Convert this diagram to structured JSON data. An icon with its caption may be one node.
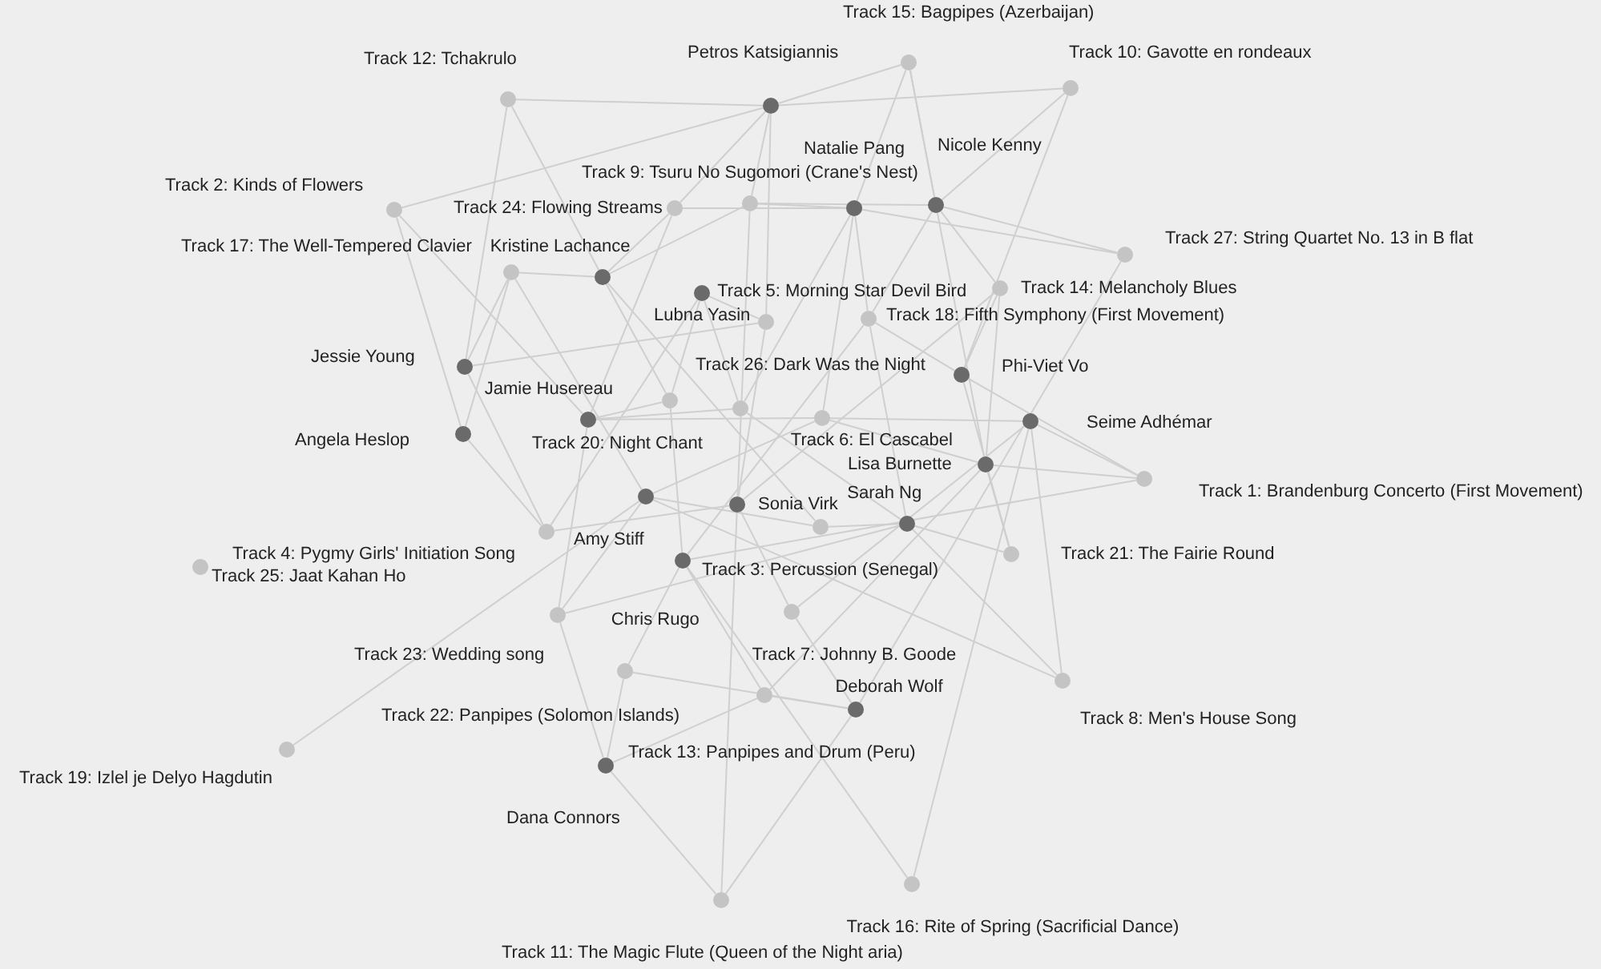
{
  "diagram": {
    "nodes": [
      {
        "text": [
          "Track 15: Bagpipes (Azerbaijan)"
        ]
      },
      {
        "text": [
          "Track 10: Gavotte en rondeaux"
        ]
      },
      {
        "text": [
          "Track 12: Tchakrulo"
        ]
      },
      {
        "text": [
          "Petros Katsigiannis"
        ]
      },
      {
        "text": [
          "Track 24: Flowing Streams"
        ]
      },
      {
        "text": [
          "Track 9: Tsuru No Sugomori (Crane's Nest)"
        ]
      },
      {
        "text": [
          "Natalie Pang"
        ]
      },
      {
        "text": [
          "Nicole Kenny"
        ]
      },
      {
        "text": [
          "Track 2: Kinds of Flowers"
        ]
      },
      {
        "text": [
          "Track 27: String Quartet No. 13 in B flat"
        ]
      },
      {
        "text": [
          "Track 17: The Well-Tempered Clavier"
        ]
      },
      {
        "text": [
          "Lubna Yasin"
        ]
      },
      {
        "text": [
          "Kristine Lachance"
        ]
      },
      {
        "text": [
          "Track 5: Morning Star Devil Bird"
        ]
      },
      {
        "text": [
          "Track 14: Melancholy Blues"
        ]
      },
      {
        "text": [
          "Track 18: Fifth Symphony (First Movement)"
        ]
      },
      {
        "text": [
          "Phi-Viet Vo"
        ]
      },
      {
        "text": [
          "Jessie Young"
        ]
      },
      {
        "text": [
          "Track 20: Night Chant"
        ]
      },
      {
        "text": [
          "Track 26: Dark Was the Night"
        ]
      },
      {
        "text": [
          "Jamie Husereau"
        ]
      },
      {
        "text": [
          "Angela Heslop"
        ]
      },
      {
        "text": [
          "Track 6: El Cascabel"
        ]
      },
      {
        "text": [
          "Seime Adhémar"
        ]
      },
      {
        "text": [
          "Lisa Burnette"
        ]
      },
      {
        "text": [
          "Track 1: Brandenburg Concerto (First Movement)"
        ]
      },
      {
        "text": [
          "Amy Stiff"
        ]
      },
      {
        "text": [
          "Sonia Virk"
        ]
      },
      {
        "text": [
          "Track 4: Pygmy Girls' Initiation Song"
        ]
      },
      {
        "text": [
          "Track 25: Jaat Kahan Ho"
        ]
      },
      {
        "text": [
          "Track 3: Percussion (Senegal)"
        ]
      },
      {
        "text": [
          "Sarah Ng"
        ]
      },
      {
        "text": [
          "Track 21: The Fairie Round"
        ]
      },
      {
        "text": [
          "Chris Rugo"
        ]
      },
      {
        "text": [
          "Track 23: Wedding song"
        ]
      },
      {
        "text": [
          "Track 7: Johnny B. Goode"
        ]
      },
      {
        "text": [
          "Track 22: Panpipes (Solomon Islands)"
        ]
      },
      {
        "text": [
          "Track 13: Panpipes and Drum (Peru)"
        ]
      },
      {
        "text": [
          "Track 8: Men's House Song"
        ]
      },
      {
        "text": [
          "Deborah Wolf"
        ]
      },
      {
        "text": [
          "Dana Connors"
        ]
      },
      {
        "text": [
          "Track 19: Izlel je Delyo Hagdutin"
        ]
      },
      {
        "text": [
          "Track 11: The Magic Flute (Queen of the Night aria)"
        ]
      },
      {
        "text": [
          "Track 16: Rite of Spring (Sacrificial Dance)"
        ]
      }
    ],
    "edges": [
      {
        "from": 2,
        "to": 3,
        "arrow": "none"
      },
      {
        "from": 2,
        "to": 17,
        "arrow": "none"
      },
      {
        "from": 2,
        "to": 12,
        "arrow": "none"
      },
      {
        "from": 8,
        "to": 3,
        "arrow": "none"
      },
      {
        "from": 8,
        "to": 21,
        "arrow": "none"
      },
      {
        "from": 8,
        "to": 20,
        "arrow": "none"
      },
      {
        "from": 0,
        "to": 3,
        "arrow": "none"
      },
      {
        "from": 0,
        "to": 6,
        "arrow": "none"
      },
      {
        "from": 0,
        "to": 24,
        "arrow": "none"
      },
      {
        "from": 0,
        "to": 7,
        "arrow": "none"
      },
      {
        "from": 1,
        "to": 3,
        "arrow": "none"
      },
      {
        "from": 1,
        "to": 7,
        "arrow": "none"
      },
      {
        "from": 1,
        "to": 16,
        "arrow": "none"
      },
      {
        "from": 9,
        "to": 6,
        "arrow": "none"
      },
      {
        "from": 9,
        "to": 7,
        "arrow": "none"
      },
      {
        "from": 9,
        "to": 39,
        "arrow": "none"
      },
      {
        "from": 14,
        "to": 7,
        "arrow": "none"
      },
      {
        "from": 14,
        "to": 24,
        "arrow": "none"
      },
      {
        "from": 14,
        "to": 16,
        "arrow": "none"
      },
      {
        "from": 14,
        "to": 27,
        "arrow": "none"
      },
      {
        "from": 25,
        "to": 16,
        "arrow": "none"
      },
      {
        "from": 25,
        "to": 23,
        "arrow": "none"
      },
      {
        "from": 25,
        "to": 24,
        "arrow": "none"
      },
      {
        "from": 25,
        "to": 33,
        "arrow": "none"
      },
      {
        "from": 38,
        "to": 23,
        "arrow": "none"
      },
      {
        "from": 38,
        "to": 26,
        "arrow": "none"
      },
      {
        "from": 38,
        "to": 31,
        "arrow": "none"
      },
      {
        "from": 43,
        "to": 33,
        "arrow": "none"
      },
      {
        "from": 43,
        "to": 23,
        "arrow": "none"
      },
      {
        "from": 42,
        "to": 40,
        "arrow": "none"
      },
      {
        "from": 42,
        "to": 39,
        "arrow": "none"
      },
      {
        "from": 42,
        "to": 27,
        "arrow": "none"
      },
      {
        "from": 41,
        "to": 26,
        "arrow": "none"
      },
      {
        "from": 34,
        "to": 20,
        "arrow": "none"
      },
      {
        "from": 34,
        "to": 40,
        "arrow": "none"
      },
      {
        "from": 34,
        "to": 26,
        "arrow": "none"
      },
      {
        "from": 34,
        "to": 31,
        "arrow": "none"
      },
      {
        "from": 36,
        "to": 40,
        "arrow": "none"
      },
      {
        "from": 36,
        "to": 39,
        "arrow": "none"
      },
      {
        "from": 36,
        "to": 33,
        "arrow": "none"
      },
      {
        "from": 37,
        "to": 40,
        "arrow": "none"
      },
      {
        "from": 37,
        "to": 39,
        "arrow": "none"
      },
      {
        "from": 37,
        "to": 33,
        "arrow": "none"
      },
      {
        "from": 37,
        "to": 24,
        "arrow": "none"
      },
      {
        "from": 35,
        "to": 39,
        "arrow": "none"
      },
      {
        "from": 35,
        "to": 27,
        "arrow": "none"
      },
      {
        "from": 35,
        "to": 23,
        "arrow": "none"
      },
      {
        "from": 28,
        "to": 17,
        "arrow": "none"
      },
      {
        "from": 28,
        "to": 11,
        "arrow": "none"
      },
      {
        "from": 28,
        "to": 27,
        "arrow": "none"
      },
      {
        "from": 28,
        "to": 21,
        "arrow": "none"
      },
      {
        "from": 30,
        "to": 26,
        "arrow": "none"
      },
      {
        "from": 30,
        "to": 31,
        "arrow": "none"
      },
      {
        "from": 30,
        "to": 12,
        "arrow": "none"
      },
      {
        "from": 32,
        "to": 31,
        "arrow": "none"
      },
      {
        "from": 32,
        "to": 24,
        "arrow": "none"
      },
      {
        "from": 32,
        "to": 16,
        "arrow": "none"
      },
      {
        "from": 10,
        "to": 12,
        "arrow": "none"
      },
      {
        "from": 10,
        "to": 17,
        "arrow": "none"
      },
      {
        "from": 10,
        "to": 21,
        "arrow": "none"
      },
      {
        "from": 10,
        "to": 26,
        "arrow": "none"
      },
      {
        "from": 22,
        "to": 6,
        "arrow": "none"
      },
      {
        "from": 22,
        "to": 20,
        "arrow": "none"
      },
      {
        "from": 22,
        "to": 24,
        "arrow": "none"
      },
      {
        "from": 22,
        "to": 23,
        "arrow": "none"
      },
      {
        "from": 22,
        "to": 26,
        "arrow": "none"
      },
      {
        "from": 18,
        "to": 11,
        "arrow": "none"
      },
      {
        "from": 18,
        "to": 20,
        "arrow": "none"
      },
      {
        "from": 18,
        "to": 12,
        "arrow": "none"
      },
      {
        "from": 18,
        "to": 33,
        "arrow": "none"
      },
      {
        "from": 19,
        "to": 11,
        "arrow": "none"
      },
      {
        "from": 19,
        "to": 6,
        "arrow": "none"
      },
      {
        "from": 19,
        "to": 20,
        "arrow": "none"
      },
      {
        "from": 19,
        "to": 31,
        "arrow": "none"
      },
      {
        "from": 4,
        "to": 3,
        "arrow": "none"
      },
      {
        "from": 4,
        "to": 6,
        "arrow": "none"
      },
      {
        "from": 4,
        "to": 12,
        "arrow": "none"
      },
      {
        "from": 4,
        "to": 20,
        "arrow": "none"
      },
      {
        "from": 5,
        "to": 3,
        "arrow": "none"
      },
      {
        "from": 5,
        "to": 6,
        "arrow": "none"
      },
      {
        "from": 5,
        "to": 7,
        "arrow": "none"
      },
      {
        "from": 5,
        "to": 12,
        "arrow": "none"
      },
      {
        "from": 5,
        "to": 27,
        "arrow": "none"
      },
      {
        "from": 13,
        "to": 3,
        "arrow": "none"
      },
      {
        "from": 13,
        "to": 11,
        "arrow": "none"
      },
      {
        "from": 13,
        "to": 27,
        "arrow": "none"
      },
      {
        "from": 13,
        "to": 17,
        "arrow": "none"
      },
      {
        "from": 15,
        "to": 6,
        "arrow": "none"
      },
      {
        "from": 15,
        "to": 7,
        "arrow": "none"
      },
      {
        "from": 15,
        "to": 16,
        "arrow": "none"
      },
      {
        "from": 15,
        "to": 31,
        "arrow": "none"
      },
      {
        "from": 15,
        "to": 33,
        "arrow": "none"
      }
    ]
  }
}
